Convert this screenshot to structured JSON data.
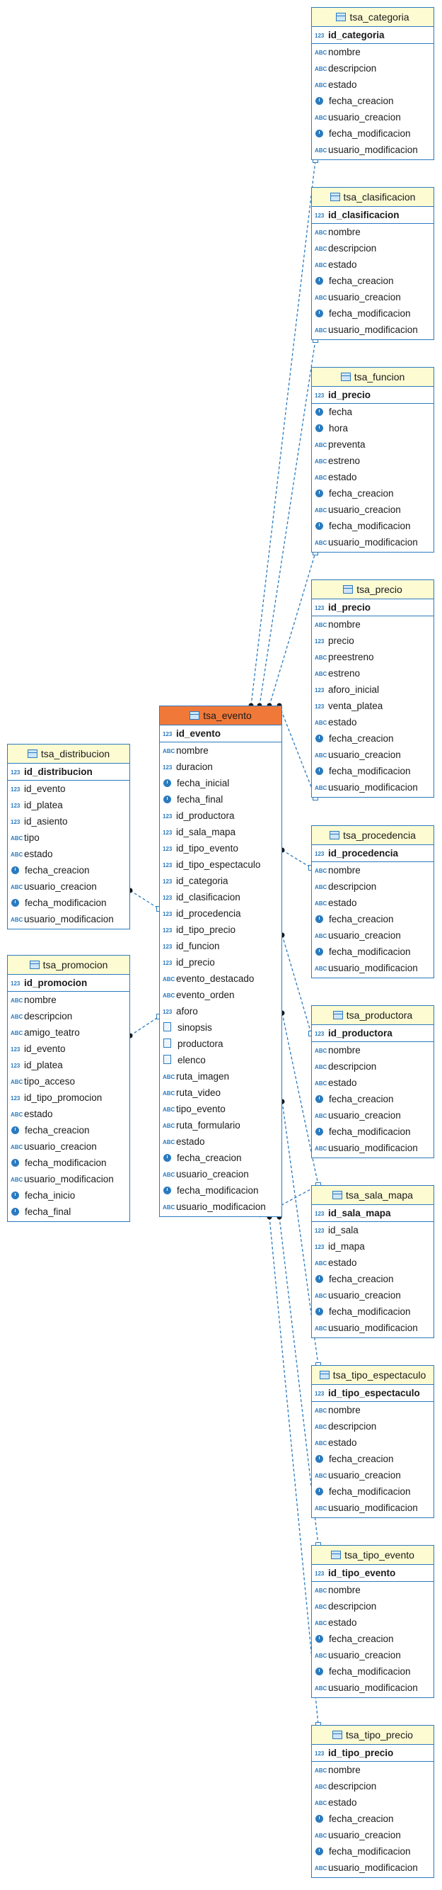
{
  "tables": [
    {
      "id": "tsa_categoria",
      "title": "tsa_categoria",
      "highlight": false,
      "columns": [
        {
          "name": "id_categoria",
          "type": "num",
          "pk": true
        },
        {
          "name": "nombre",
          "type": "text"
        },
        {
          "name": "descripcion",
          "type": "text"
        },
        {
          "name": "estado",
          "type": "text"
        },
        {
          "name": "fecha_creacion",
          "type": "date"
        },
        {
          "name": "usuario_creacion",
          "type": "text"
        },
        {
          "name": "fecha_modificacion",
          "type": "date"
        },
        {
          "name": "usuario_modificacion",
          "type": "text"
        }
      ]
    },
    {
      "id": "tsa_clasificacion",
      "title": "tsa_clasificacion",
      "highlight": false,
      "columns": [
        {
          "name": "id_clasificacion",
          "type": "num",
          "pk": true
        },
        {
          "name": "nombre",
          "type": "text"
        },
        {
          "name": "descripcion",
          "type": "text"
        },
        {
          "name": "estado",
          "type": "text"
        },
        {
          "name": "fecha_creacion",
          "type": "date"
        },
        {
          "name": "usuario_creacion",
          "type": "text"
        },
        {
          "name": "fecha_modificacion",
          "type": "date"
        },
        {
          "name": "usuario_modificacion",
          "type": "text"
        }
      ]
    },
    {
      "id": "tsa_funcion",
      "title": "tsa_funcion",
      "highlight": false,
      "columns": [
        {
          "name": "id_precio",
          "type": "num",
          "pk": true
        },
        {
          "name": "fecha",
          "type": "date"
        },
        {
          "name": "hora",
          "type": "date"
        },
        {
          "name": "preventa",
          "type": "text"
        },
        {
          "name": "estreno",
          "type": "text"
        },
        {
          "name": "estado",
          "type": "text"
        },
        {
          "name": "fecha_creacion",
          "type": "date"
        },
        {
          "name": "usuario_creacion",
          "type": "text"
        },
        {
          "name": "fecha_modificacion",
          "type": "date"
        },
        {
          "name": "usuario_modificacion",
          "type": "text"
        }
      ]
    },
    {
      "id": "tsa_precio",
      "title": "tsa_precio",
      "highlight": false,
      "columns": [
        {
          "name": "id_precio",
          "type": "num",
          "pk": true
        },
        {
          "name": "nombre",
          "type": "text"
        },
        {
          "name": "precio",
          "type": "int"
        },
        {
          "name": "preestreno",
          "type": "text"
        },
        {
          "name": "estreno",
          "type": "text"
        },
        {
          "name": "aforo_inicial",
          "type": "int"
        },
        {
          "name": "venta_platea",
          "type": "money"
        },
        {
          "name": "estado",
          "type": "text"
        },
        {
          "name": "fecha_creacion",
          "type": "date"
        },
        {
          "name": "usuario_creacion",
          "type": "text"
        },
        {
          "name": "fecha_modificacion",
          "type": "date"
        },
        {
          "name": "usuario_modificacion",
          "type": "text"
        }
      ]
    },
    {
      "id": "tsa_procedencia",
      "title": "tsa_procedencia",
      "highlight": false,
      "columns": [
        {
          "name": "id_procedencia",
          "type": "num",
          "pk": true
        },
        {
          "name": "nombre",
          "type": "text"
        },
        {
          "name": "descripcion",
          "type": "text"
        },
        {
          "name": "estado",
          "type": "text"
        },
        {
          "name": "fecha_creacion",
          "type": "date"
        },
        {
          "name": "usuario_creacion",
          "type": "text"
        },
        {
          "name": "fecha_modificacion",
          "type": "date"
        },
        {
          "name": "usuario_modificacion",
          "type": "text"
        }
      ]
    },
    {
      "id": "tsa_productora",
      "title": "tsa_productora",
      "highlight": false,
      "columns": [
        {
          "name": "id_productora",
          "type": "num",
          "pk": true
        },
        {
          "name": "nombre",
          "type": "text"
        },
        {
          "name": "descripcion",
          "type": "text"
        },
        {
          "name": "estado",
          "type": "text"
        },
        {
          "name": "fecha_creacion",
          "type": "date"
        },
        {
          "name": "usuario_creacion",
          "type": "text"
        },
        {
          "name": "fecha_modificacion",
          "type": "date"
        },
        {
          "name": "usuario_modificacion",
          "type": "text"
        }
      ]
    },
    {
      "id": "tsa_sala_mapa",
      "title": "tsa_sala_mapa",
      "highlight": false,
      "columns": [
        {
          "name": "id_sala_mapa",
          "type": "num",
          "pk": true
        },
        {
          "name": "id_sala",
          "type": "num"
        },
        {
          "name": "id_mapa",
          "type": "num"
        },
        {
          "name": "estado",
          "type": "text"
        },
        {
          "name": "fecha_creacion",
          "type": "date"
        },
        {
          "name": "usuario_creacion",
          "type": "text"
        },
        {
          "name": "fecha_modificacion",
          "type": "date"
        },
        {
          "name": "usuario_modificacion",
          "type": "text"
        }
      ]
    },
    {
      "id": "tsa_tipo_espectaculo",
      "title": "tsa_tipo_espectaculo",
      "highlight": false,
      "columns": [
        {
          "name": "id_tipo_espectaculo",
          "type": "num",
          "pk": true
        },
        {
          "name": "nombre",
          "type": "text"
        },
        {
          "name": "descripcion",
          "type": "text"
        },
        {
          "name": "estado",
          "type": "text"
        },
        {
          "name": "fecha_creacion",
          "type": "date"
        },
        {
          "name": "usuario_creacion",
          "type": "text"
        },
        {
          "name": "fecha_modificacion",
          "type": "date"
        },
        {
          "name": "usuario_modificacion",
          "type": "text"
        }
      ]
    },
    {
      "id": "tsa_tipo_evento",
      "title": "tsa_tipo_evento",
      "highlight": false,
      "columns": [
        {
          "name": "id_tipo_evento",
          "type": "num",
          "pk": true
        },
        {
          "name": "nombre",
          "type": "text"
        },
        {
          "name": "descripcion",
          "type": "text"
        },
        {
          "name": "estado",
          "type": "text"
        },
        {
          "name": "fecha_creacion",
          "type": "date"
        },
        {
          "name": "usuario_creacion",
          "type": "text"
        },
        {
          "name": "fecha_modificacion",
          "type": "date"
        },
        {
          "name": "usuario_modificacion",
          "type": "text"
        }
      ]
    },
    {
      "id": "tsa_tipo_precio",
      "title": "tsa_tipo_precio",
      "highlight": false,
      "columns": [
        {
          "name": "id_tipo_precio",
          "type": "num",
          "pk": true
        },
        {
          "name": "nombre",
          "type": "text"
        },
        {
          "name": "descripcion",
          "type": "text"
        },
        {
          "name": "estado",
          "type": "text"
        },
        {
          "name": "fecha_creacion",
          "type": "date"
        },
        {
          "name": "usuario_creacion",
          "type": "text"
        },
        {
          "name": "fecha_modificacion",
          "type": "date"
        },
        {
          "name": "usuario_modificacion",
          "type": "text"
        }
      ]
    },
    {
      "id": "tsa_evento",
      "title": "tsa_evento",
      "highlight": true,
      "columns": [
        {
          "name": "id_evento",
          "type": "num",
          "pk": true
        },
        {
          "name": "nombre",
          "type": "text"
        },
        {
          "name": "duracion",
          "type": "int"
        },
        {
          "name": "fecha_inicial",
          "type": "date"
        },
        {
          "name": "fecha_final",
          "type": "date"
        },
        {
          "name": "id_productora",
          "type": "num"
        },
        {
          "name": "id_sala_mapa",
          "type": "num"
        },
        {
          "name": "id_tipo_evento",
          "type": "num"
        },
        {
          "name": "id_tipo_espectaculo",
          "type": "num"
        },
        {
          "name": "id_categoria",
          "type": "num"
        },
        {
          "name": "id_clasificacion",
          "type": "num"
        },
        {
          "name": "id_procedencia",
          "type": "num"
        },
        {
          "name": "id_tipo_precio",
          "type": "num"
        },
        {
          "name": "id_funcion",
          "type": "num"
        },
        {
          "name": "id_precio",
          "type": "num"
        },
        {
          "name": "evento_destacado",
          "type": "text"
        },
        {
          "name": "evento_orden",
          "type": "text"
        },
        {
          "name": "aforo",
          "type": "int"
        },
        {
          "name": "sinopsis",
          "type": "doc"
        },
        {
          "name": "productora",
          "type": "doc"
        },
        {
          "name": "elenco",
          "type": "doc"
        },
        {
          "name": "ruta_imagen",
          "type": "text"
        },
        {
          "name": "ruta_video",
          "type": "text"
        },
        {
          "name": "tipo_evento",
          "type": "text"
        },
        {
          "name": "ruta_formulario",
          "type": "text"
        },
        {
          "name": "estado",
          "type": "text"
        },
        {
          "name": "fecha_creacion",
          "type": "date"
        },
        {
          "name": "usuario_creacion",
          "type": "text"
        },
        {
          "name": "fecha_modificacion",
          "type": "date"
        },
        {
          "name": "usuario_modificacion",
          "type": "text"
        }
      ]
    },
    {
      "id": "tsa_distribucion",
      "title": "tsa_distribucion",
      "highlight": false,
      "columns": [
        {
          "name": "id_distribucion",
          "type": "num",
          "pk": true
        },
        {
          "name": "id_evento",
          "type": "num"
        },
        {
          "name": "id_platea",
          "type": "num"
        },
        {
          "name": "id_asiento",
          "type": "num"
        },
        {
          "name": "tipo",
          "type": "text"
        },
        {
          "name": "estado",
          "type": "text"
        },
        {
          "name": "fecha_creacion",
          "type": "date"
        },
        {
          "name": "usuario_creacion",
          "type": "text"
        },
        {
          "name": "fecha_modificacion",
          "type": "date"
        },
        {
          "name": "usuario_modificacion",
          "type": "text"
        }
      ]
    },
    {
      "id": "tsa_promocion",
      "title": "tsa_promocion",
      "highlight": false,
      "columns": [
        {
          "name": "id_promocion",
          "type": "num",
          "pk": true
        },
        {
          "name": "nombre",
          "type": "text"
        },
        {
          "name": "descripcion",
          "type": "text"
        },
        {
          "name": "amigo_teatro",
          "type": "text"
        },
        {
          "name": "id_evento",
          "type": "num"
        },
        {
          "name": "id_platea",
          "type": "num"
        },
        {
          "name": "tipo_acceso",
          "type": "text"
        },
        {
          "name": "id_tipo_promocion",
          "type": "num"
        },
        {
          "name": "estado",
          "type": "text"
        },
        {
          "name": "fecha_creacion",
          "type": "date"
        },
        {
          "name": "usuario_creacion",
          "type": "text"
        },
        {
          "name": "fecha_modificacion",
          "type": "date"
        },
        {
          "name": "usuario_modificacion",
          "type": "text"
        },
        {
          "name": "fecha_inicio",
          "type": "date"
        },
        {
          "name": "fecha_final",
          "type": "date"
        }
      ]
    }
  ],
  "type_icons": {
    "text": "ABC",
    "num": "123",
    "int": "123",
    "money": "123",
    "date": "clock",
    "doc": "document"
  },
  "colors": {
    "border": "#2b7bbf",
    "header": "#fdfbd2",
    "highlight_header": "#f0793a",
    "link": "#2b7bbf"
  }
}
